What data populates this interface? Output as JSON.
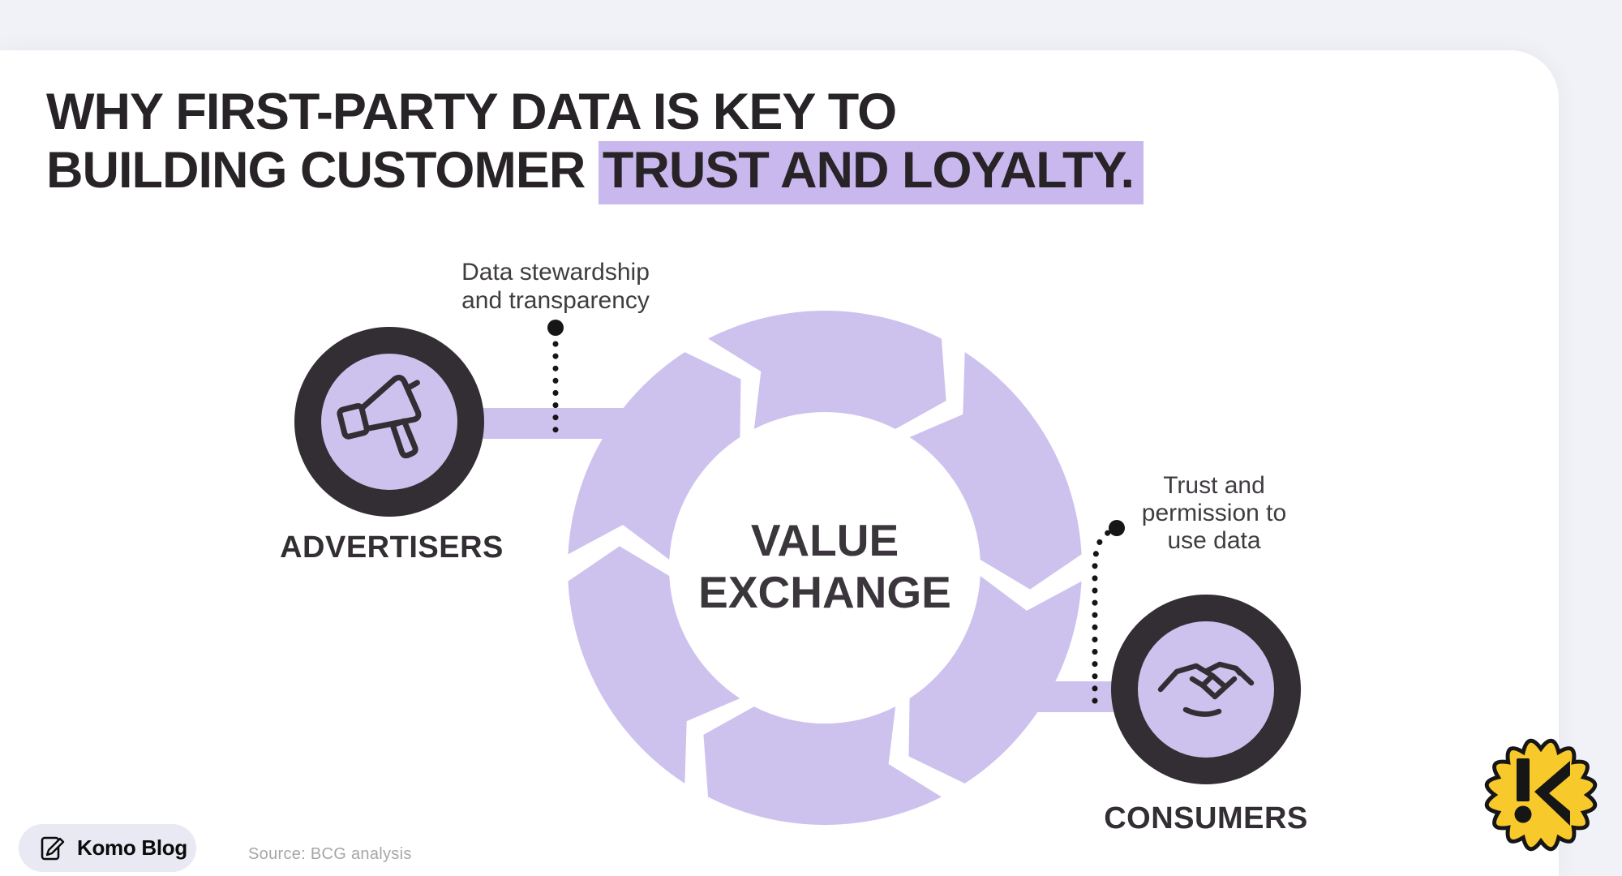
{
  "title": {
    "line1": "WHY FIRST-PARTY DATA IS KEY TO",
    "line2_prefix": "BUILDING CUSTOMER ",
    "line2_highlight": "TRUST AND LOYALTY.",
    "highlight_color": "#c8b8ee",
    "text_color": "#272327"
  },
  "diagram": {
    "center_label_line1": "VALUE",
    "center_label_line2": "EXCHANGE",
    "ring": {
      "segments": 6,
      "direction": "clockwise"
    },
    "advertisers": {
      "label": "ADVERTISERS",
      "icon": "megaphone-icon",
      "note_line1": "Data stewardship",
      "note_line2": "and transparency"
    },
    "consumers": {
      "label": "CONSUMERS",
      "icon": "handshake-icon",
      "note_line1": "Trust and",
      "note_line2": "permission to",
      "note_line3": "use data"
    },
    "colors": {
      "purple": "#cdc2ee",
      "dark": "#332e33",
      "center_text": "#3b363b",
      "note_text": "#403c41"
    }
  },
  "footer": {
    "blog_badge_label": "Komo Blog",
    "source_text": "Source: BCG analysis",
    "logo_letter_name": "komo-k-mark",
    "logo_color": "#f7c92b"
  },
  "page": {
    "background": "#f1f2f7",
    "card_background": "#ffffff"
  }
}
